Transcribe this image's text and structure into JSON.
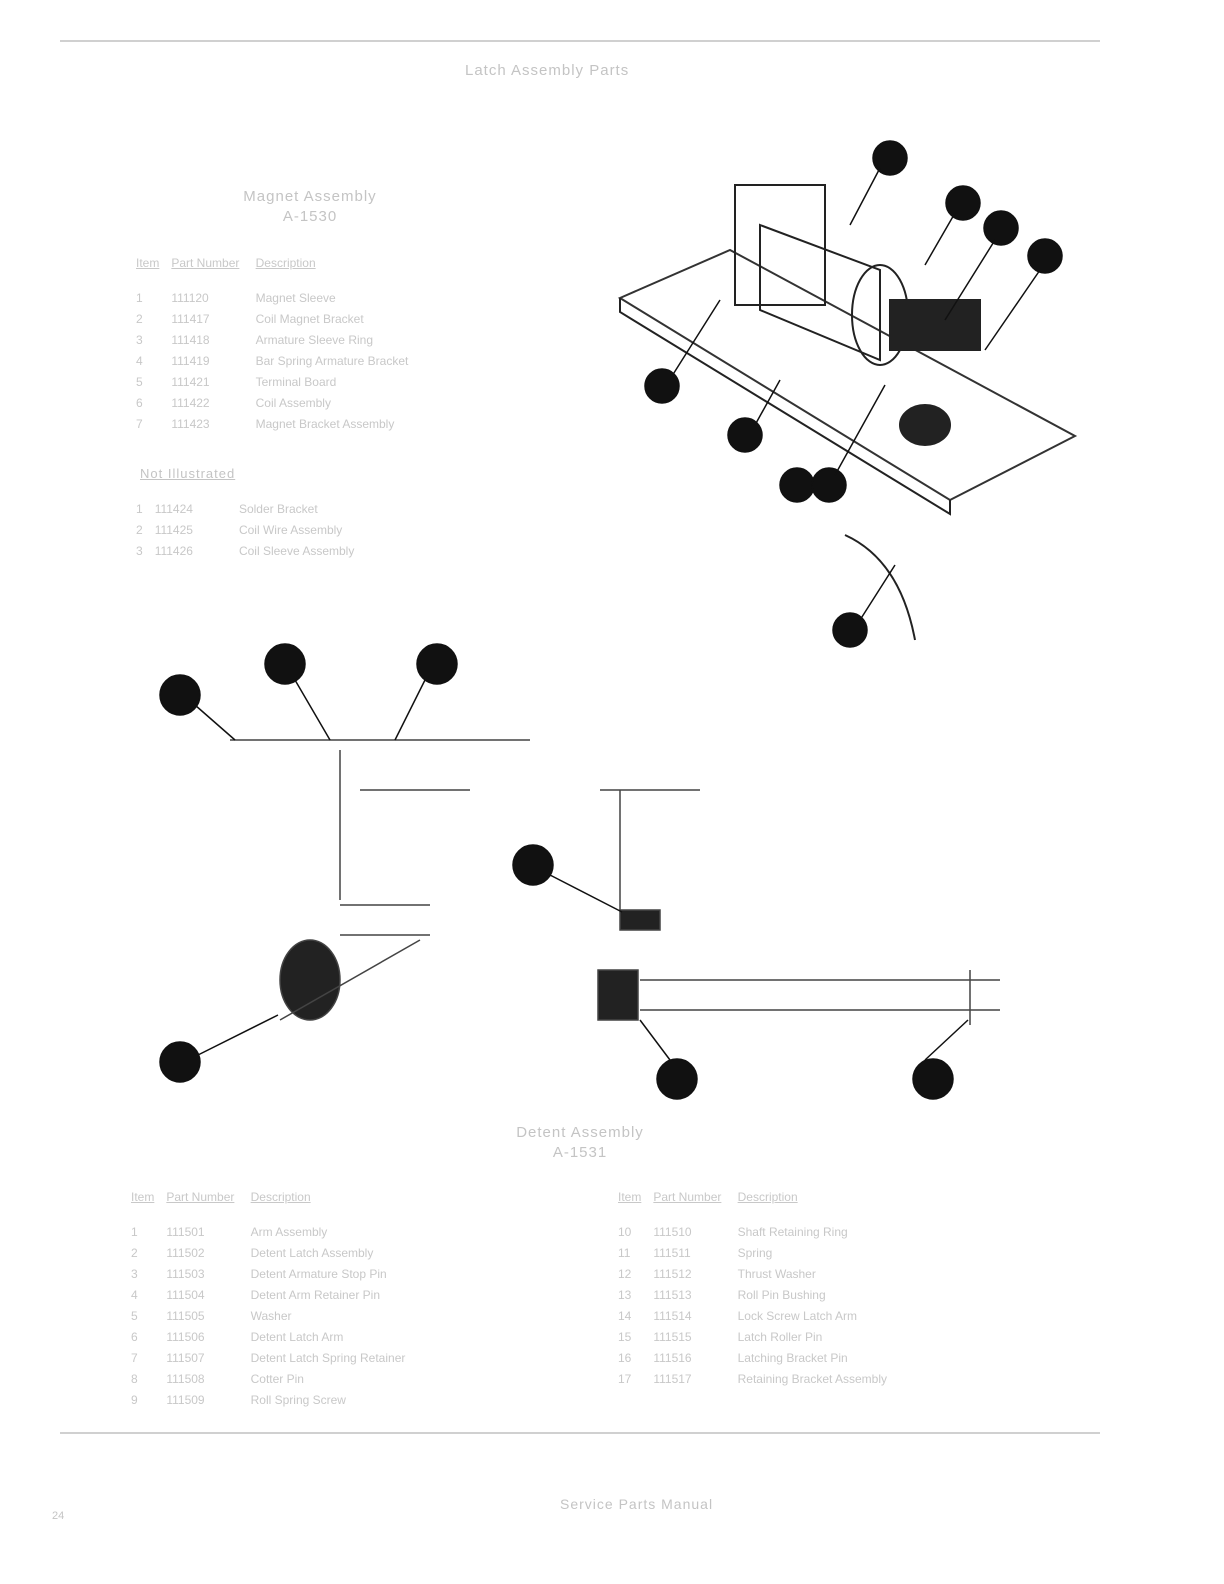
{
  "header": {
    "title": "Latch Assembly Parts"
  },
  "magnet": {
    "title": "Magnet Assembly",
    "subtitle": "A-1530",
    "columns": [
      "Item",
      "Part Number",
      "Description"
    ],
    "rows": [
      [
        "1",
        "111120",
        "Magnet Sleeve"
      ],
      [
        "2",
        "111417",
        "Coil Magnet Bracket"
      ],
      [
        "3",
        "111418",
        "Armature Sleeve Ring"
      ],
      [
        "4",
        "111419",
        "Bar Spring Armature Bracket"
      ],
      [
        "5",
        "111421",
        "Terminal Board"
      ],
      [
        "6",
        "111422",
        "Coil Assembly"
      ],
      [
        "7",
        "111423",
        "Magnet Bracket Assembly"
      ]
    ],
    "sub_title": "Not Illustrated",
    "sub_rows": [
      [
        "1",
        "111424",
        "Solder Bracket"
      ],
      [
        "2",
        "111425",
        "Coil Wire Assembly"
      ],
      [
        "3",
        "111426",
        "Coil Sleeve Assembly"
      ]
    ]
  },
  "detent": {
    "title": "Detent Assembly",
    "subtitle": "A-1531",
    "columns": [
      "Item",
      "Part Number",
      "Description"
    ],
    "rows_left": [
      [
        "1",
        "111501",
        "Arm Assembly"
      ],
      [
        "2",
        "111502",
        "Detent Latch Assembly"
      ],
      [
        "3",
        "111503",
        "Detent Armature Stop Pin"
      ],
      [
        "4",
        "111504",
        "Detent Arm Retainer Pin"
      ],
      [
        "5",
        "111505",
        "Washer"
      ],
      [
        "6",
        "111506",
        "Detent Latch Arm"
      ],
      [
        "7",
        "111507",
        "Detent Latch Spring Retainer"
      ],
      [
        "8",
        "111508",
        "Cotter Pin"
      ],
      [
        "9",
        "111509",
        "Roll Spring Screw"
      ]
    ],
    "rows_right": [
      [
        "10",
        "111510",
        "Shaft Retaining Ring"
      ],
      [
        "11",
        "111511",
        "Spring"
      ],
      [
        "12",
        "111512",
        "Thrust Washer"
      ],
      [
        "13",
        "111513",
        "Roll Pin Bushing"
      ],
      [
        "14",
        "111514",
        "Lock Screw Latch Arm"
      ],
      [
        "15",
        "111515",
        "Latch Roller Pin"
      ],
      [
        "16",
        "111516",
        "Latching Bracket Pin"
      ],
      [
        "17",
        "111517",
        "Retaining Bracket Assembly"
      ]
    ]
  },
  "footer": {
    "page": "24",
    "text": "Service Parts Manual"
  }
}
